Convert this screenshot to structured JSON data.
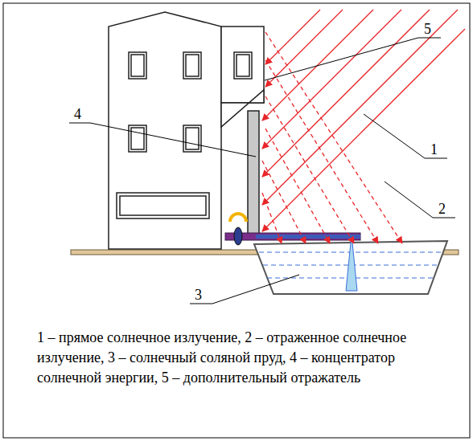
{
  "diagram": {
    "caption": "1 – прямое солнечное излучение, 2 – отраженное солнечное излучение, 3 – солнечный соляной пруд, 4 – концентратор солнечной энергии, 5 – дополнительный отражатель",
    "labels": [
      "5",
      "4",
      "1",
      "2",
      "3"
    ]
  }
}
